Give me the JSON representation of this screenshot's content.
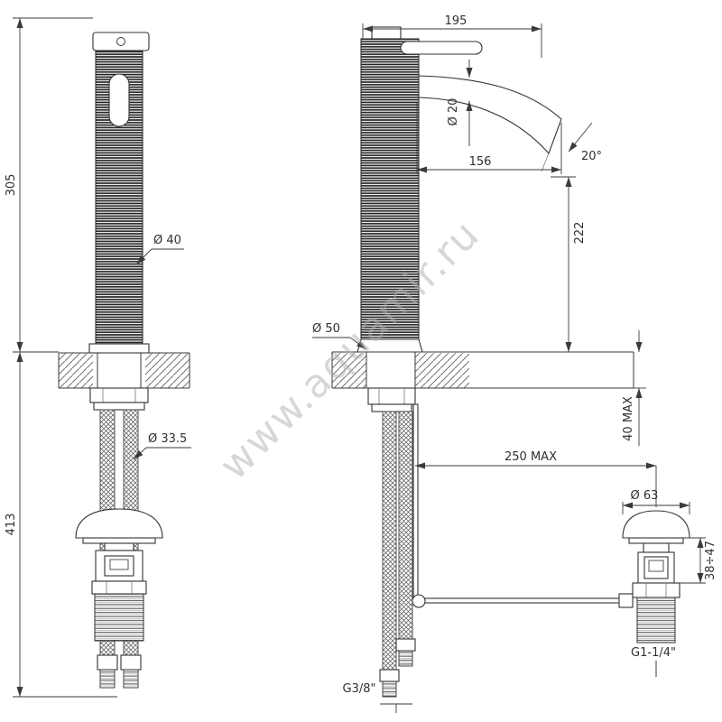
{
  "watermark": "www.aquamir.ru",
  "colors": {
    "line": "#3a3a3a",
    "background": "#ffffff",
    "watermark": "#b0b0b0"
  },
  "front_view": {
    "height_upper": "305",
    "height_lower": "413",
    "body_diameter": "Ø 40",
    "shank_diameter": "Ø 33.5"
  },
  "side_view": {
    "spout_length": "195",
    "spout_tube_diameter": "Ø 20",
    "spout_reach": "156",
    "spout_angle": "20°",
    "outlet_height": "222",
    "base_diameter": "Ø 50",
    "deck_thickness_max": "40 MAX",
    "drain_offset_max": "250 MAX",
    "drain_cap_diameter": "Ø 63",
    "drain_height_range": "38÷47",
    "drain_thread": "G1-1/4\"",
    "supply_thread": "G3/8\""
  }
}
